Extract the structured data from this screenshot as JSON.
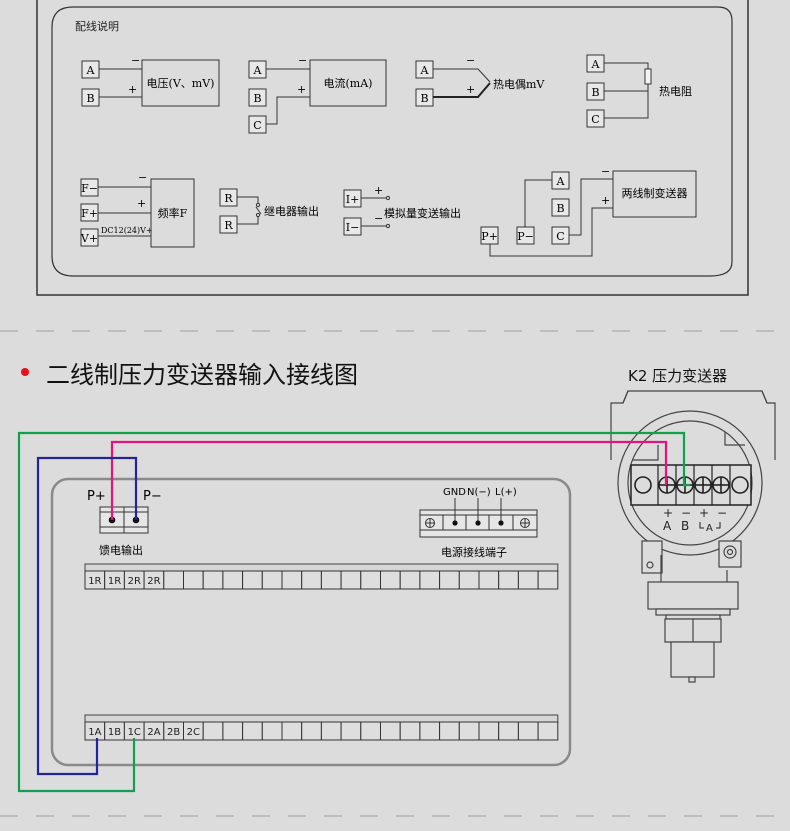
{
  "legend_panel": {
    "title": "配线说明",
    "voltage": {
      "terminals": [
        "A",
        "B"
      ],
      "minus": "−",
      "plus": "+",
      "label": "电压(V、mV)"
    },
    "current": {
      "terminals": [
        "A",
        "B",
        "C"
      ],
      "minus": "−",
      "plus": "+",
      "label": "电流(mA)"
    },
    "thermocouple": {
      "terminals": [
        "A",
        "B"
      ],
      "minus": "−",
      "plus": "+",
      "label": "热电偶mV"
    },
    "rtd": {
      "terminals": [
        "A",
        "B",
        "C"
      ],
      "label": "热电阻"
    },
    "frequency": {
      "terminals": [
        "F−",
        "F+",
        "V+"
      ],
      "minus": "−",
      "plus": "+",
      "supply": "DC12(24)V+",
      "label": "频率F"
    },
    "relay": {
      "terminals": [
        "R",
        "R"
      ],
      "label": "继电器输出"
    },
    "analog": {
      "terminals": [
        "I+",
        "I−"
      ],
      "plus": "+",
      "minus": "−",
      "label": "模拟量变送输出"
    },
    "two_wire": {
      "terminals": [
        "A",
        "B",
        "C"
      ],
      "power": [
        "P+",
        "P−"
      ],
      "minus": "−",
      "plus": "+",
      "label": "两线制变送器"
    }
  },
  "section": {
    "bullet_color": "#e8101c",
    "title": "二线制压力变送器输入接线图",
    "device_title": "K2 压力变送器"
  },
  "meter": {
    "feed_labels": [
      "P+",
      "P−"
    ],
    "feed_caption": "馈电输出",
    "power_labels": [
      "GND",
      "N(−)",
      "L(+)"
    ],
    "power_caption": "电源接线端子",
    "top_row": [
      "1R",
      "1R",
      "2R",
      "2R",
      "",
      "",
      "",
      "",
      "",
      "",
      "",
      "",
      "",
      "",
      "",
      "",
      "",
      "",
      "",
      "",
      "",
      "",
      "",
      ""
    ],
    "bottom_row": [
      "1A",
      "1B",
      "1C",
      "2A",
      "2B",
      "2C",
      "",
      "",
      "",
      "",
      "",
      "",
      "",
      "",
      "",
      "",
      "",
      "",
      "",
      "",
      "",
      "",
      "",
      ""
    ]
  },
  "transmitter": {
    "terminal_marks": [
      "+",
      "−",
      "+",
      "−"
    ],
    "terminal_letters": [
      "A",
      "B"
    ],
    "bracket_letter": "A"
  },
  "wires": {
    "pink": "#e0157f",
    "green": "#12a04e",
    "blue": "#24249a"
  }
}
